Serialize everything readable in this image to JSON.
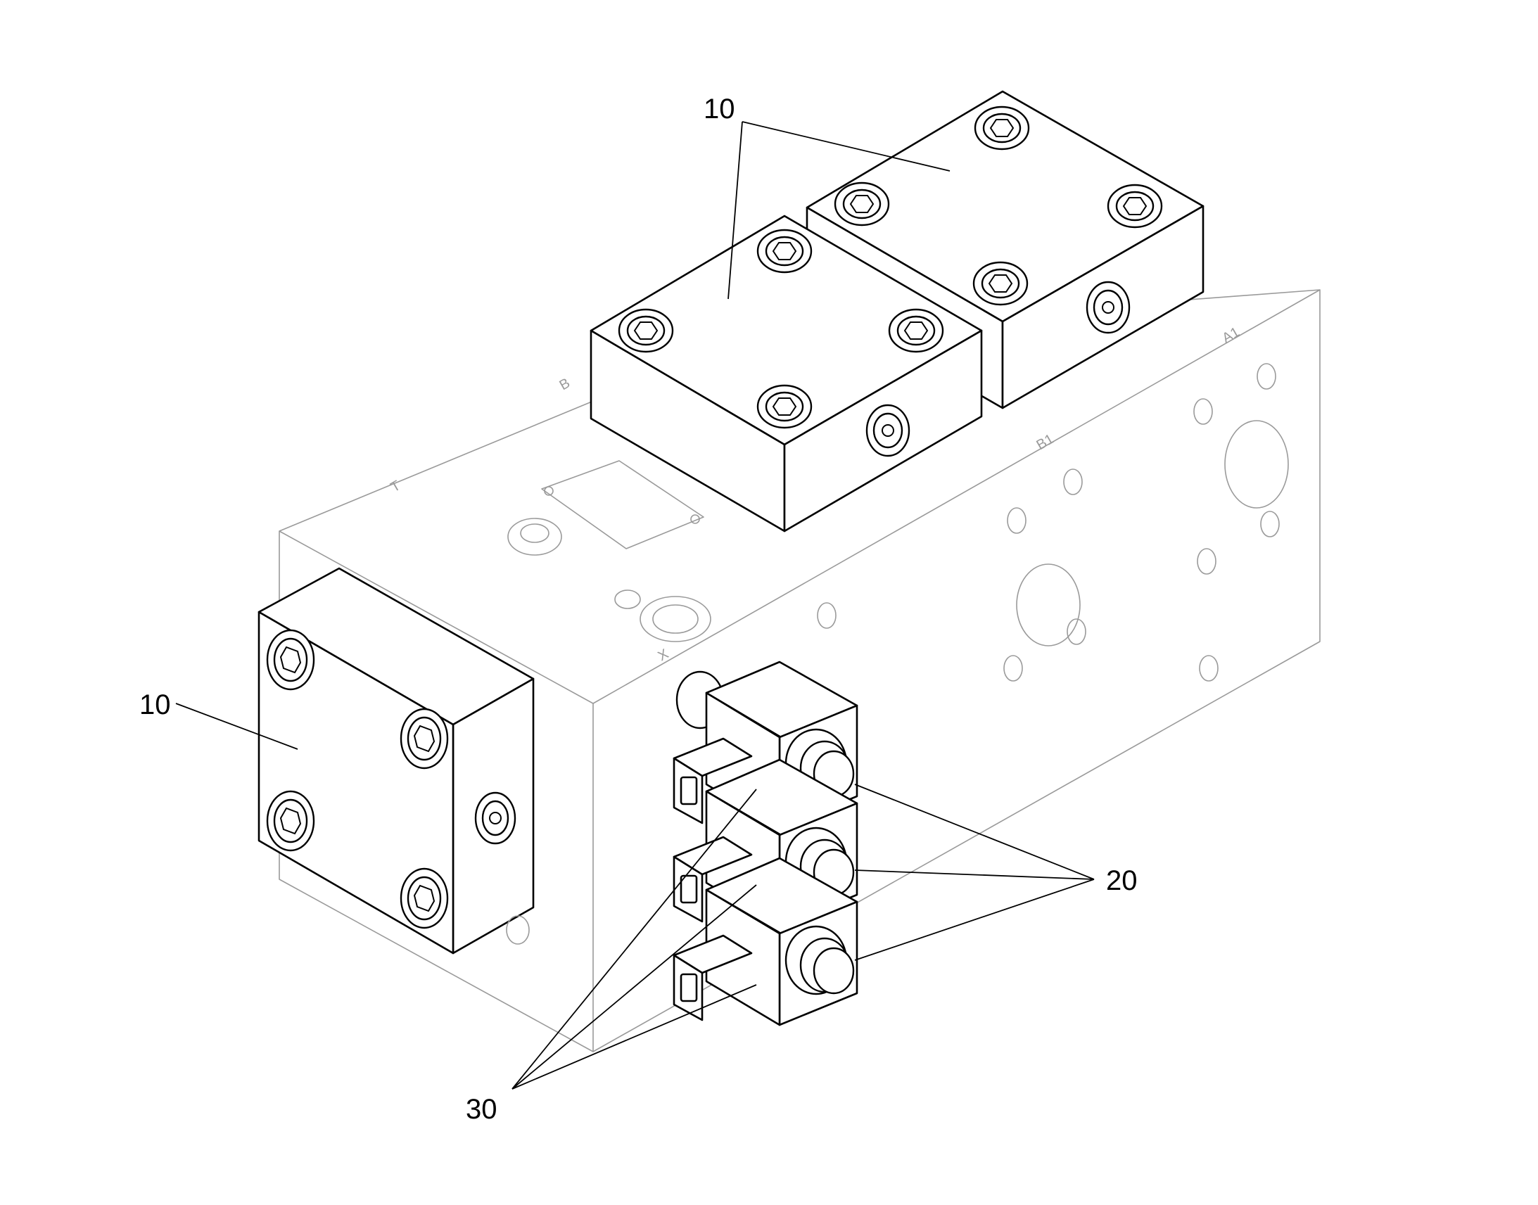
{
  "callouts": {
    "top_valve_blocks": "10",
    "side_valve_block": "10",
    "knobs": "20",
    "connectors": "30"
  },
  "port_marks": {
    "a1": "A1",
    "b1": "B1",
    "b": "B",
    "t": "T",
    "x": "X"
  },
  "counts": {
    "top_blocks": 2,
    "solenoid_stack": 3
  }
}
